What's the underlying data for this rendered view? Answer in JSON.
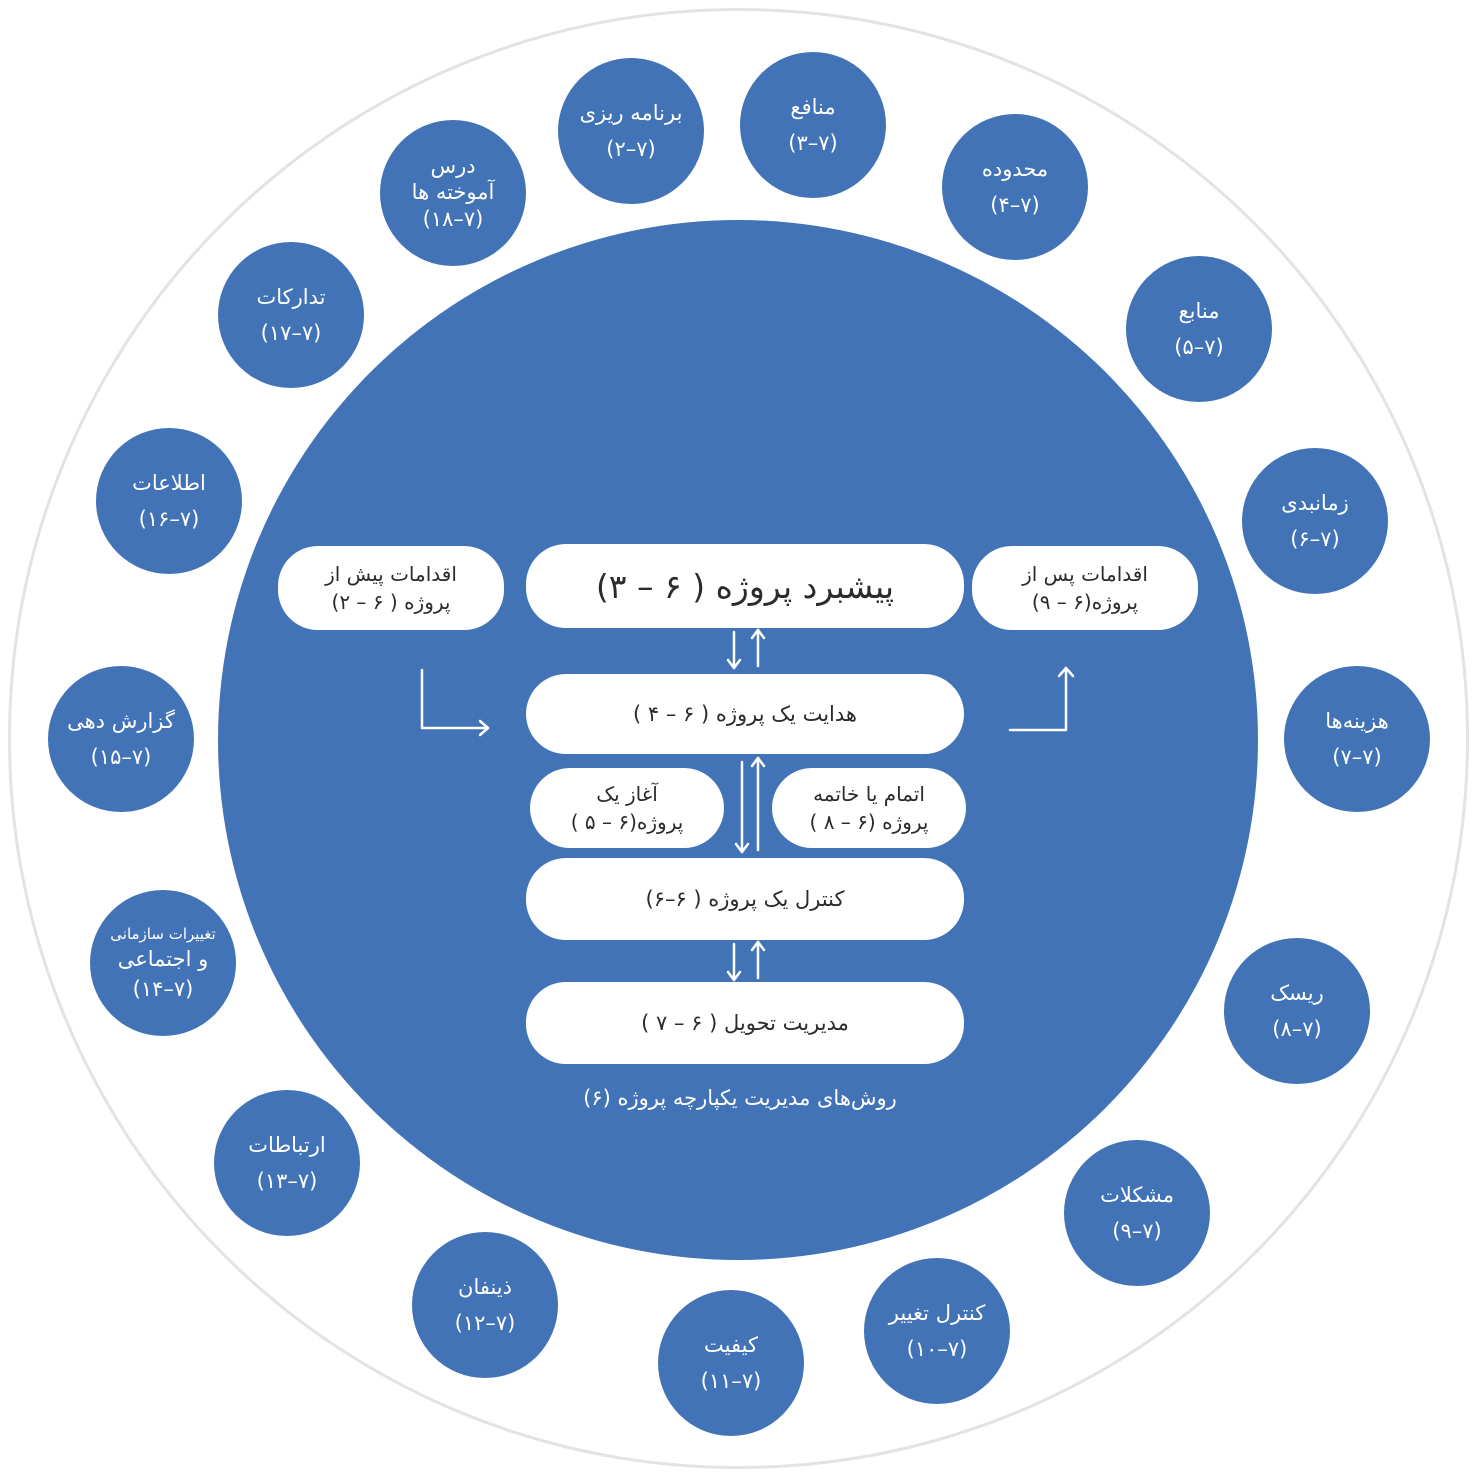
{
  "center": {
    "main": "پیشبرد پروژه ( ۶ – ۳)",
    "pre": "اقدامات پیش از\nپروژه ( ۶ – ۲)",
    "post": "اقدامات پس از\nپروژه(۶ – ۹)",
    "direct": "هدایت یک پروژه ( ۶ – ۴ )",
    "start": "آغاز یک\nپروژه(۶ – ۵ )",
    "close": "اتمام یا خاتمه\nپروژه (۶ – ۸ )",
    "control": "کنترل یک پروژه ( ۶–۶)",
    "delivery": "مدیریت تحویل ( ۶ – ۷ )",
    "caption": "روش‌های مدیریت یکپارچه پروژه (۶)"
  },
  "knowledge_areas": [
    {
      "name": "منافع",
      "code": "(۷–۳)"
    },
    {
      "name": "محدوده",
      "code": "(۷–۴)"
    },
    {
      "name": "منابع",
      "code": "(۷–۵)"
    },
    {
      "name": "زمانبدی",
      "code": "(۷–۶)"
    },
    {
      "name": "هزینه‌ها",
      "code": "(۷–۷)"
    },
    {
      "name": "ریسک",
      "code": "(۷–۸)"
    },
    {
      "name": "مشکلات",
      "code": "(۷–۹)"
    },
    {
      "name": "کنترل تغییر",
      "code": "(۷–۱۰)"
    },
    {
      "name": "کیفیت",
      "code": "(۷–۱۱)"
    },
    {
      "name": "ذینفان",
      "code": "(۷–۱۲)"
    },
    {
      "name": "ارتباطات",
      "code": "(۷–۱۳)"
    },
    {
      "name": "تغییرات سازمانی",
      "name2": "و اجتماعی",
      "code": "(۷–۱۴)"
    },
    {
      "name": "گزارش دهی",
      "code": "(۷–۱۵)"
    },
    {
      "name": "اطلاعات",
      "code": "(۷–۱۶)"
    },
    {
      "name": "تدارکات",
      "code": "(۷–۱۷)"
    },
    {
      "name": "درس\nآموخته ها",
      "code": "(۷–۱۸)"
    },
    {
      "name": "برنامه ریزی",
      "code": "(۷–۲)"
    }
  ]
}
